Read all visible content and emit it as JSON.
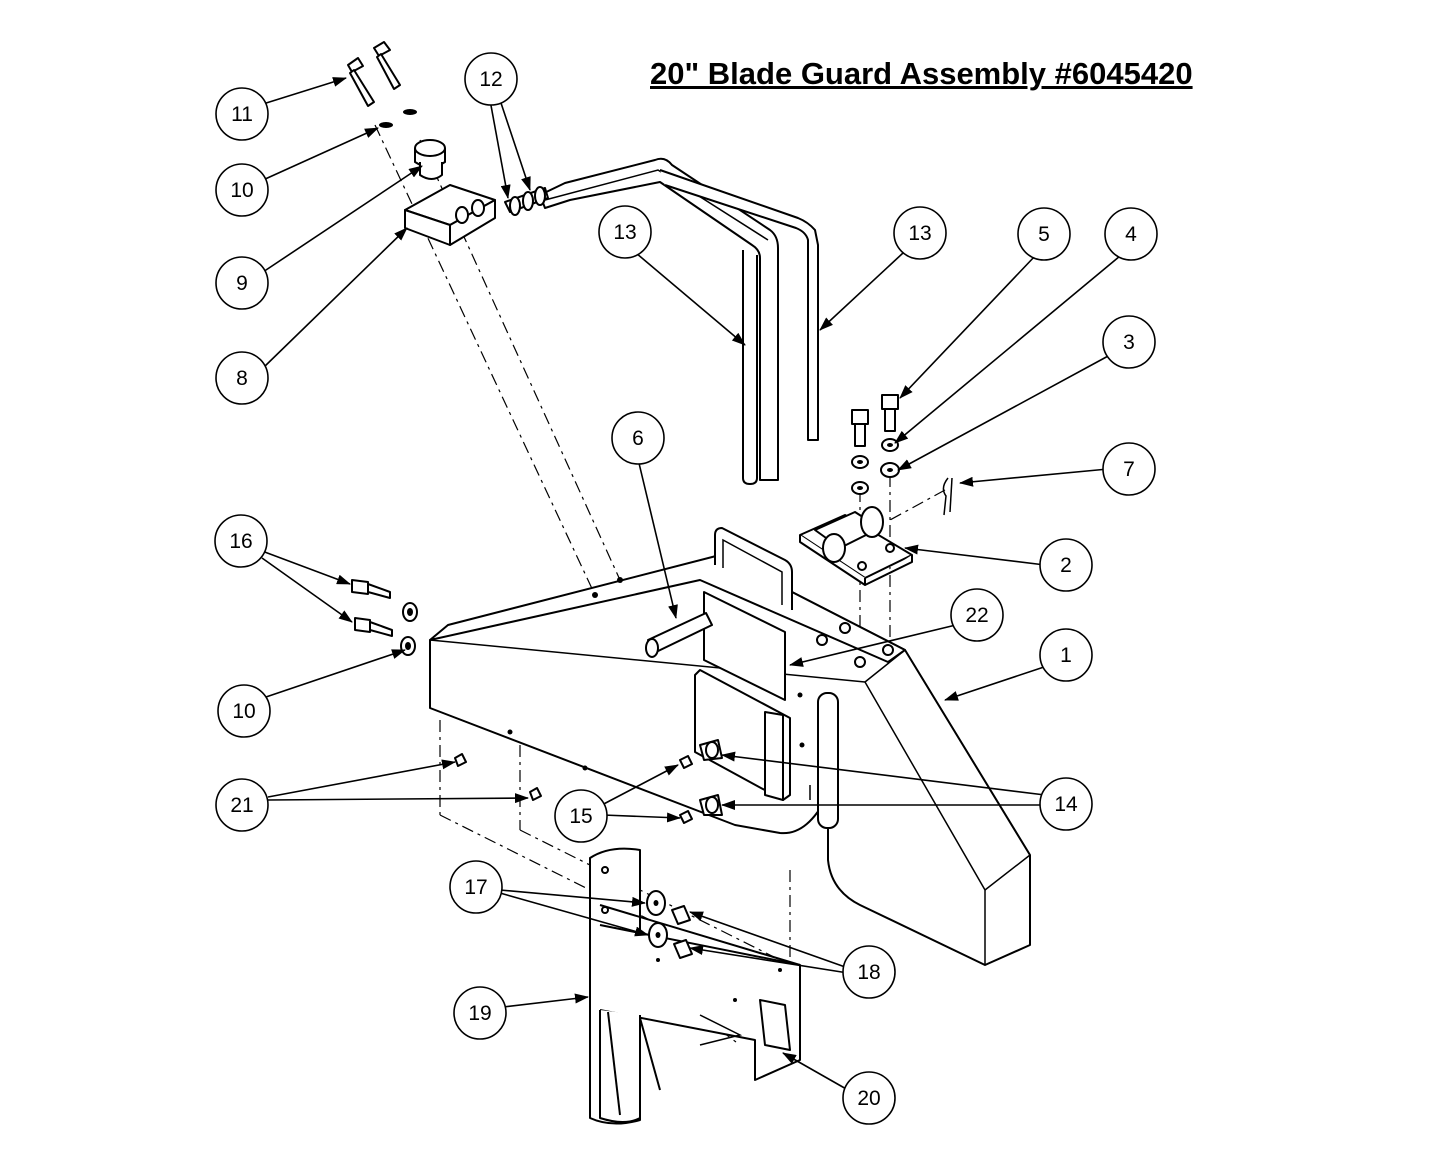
{
  "title": "20\" Blade Guard Assembly #6045420",
  "callouts": [
    {
      "label": "11"
    },
    {
      "label": "10"
    },
    {
      "label": "9"
    },
    {
      "label": "8"
    },
    {
      "label": "12"
    },
    {
      "label": "13"
    },
    {
      "label": "13"
    },
    {
      "label": "5"
    },
    {
      "label": "4"
    },
    {
      "label": "3"
    },
    {
      "label": "7"
    },
    {
      "label": "6"
    },
    {
      "label": "2"
    },
    {
      "label": "16"
    },
    {
      "label": "22"
    },
    {
      "label": "1"
    },
    {
      "label": "10"
    },
    {
      "label": "21"
    },
    {
      "label": "15"
    },
    {
      "label": "14"
    },
    {
      "label": "17"
    },
    {
      "label": "18"
    },
    {
      "label": "19"
    },
    {
      "label": "20"
    }
  ]
}
